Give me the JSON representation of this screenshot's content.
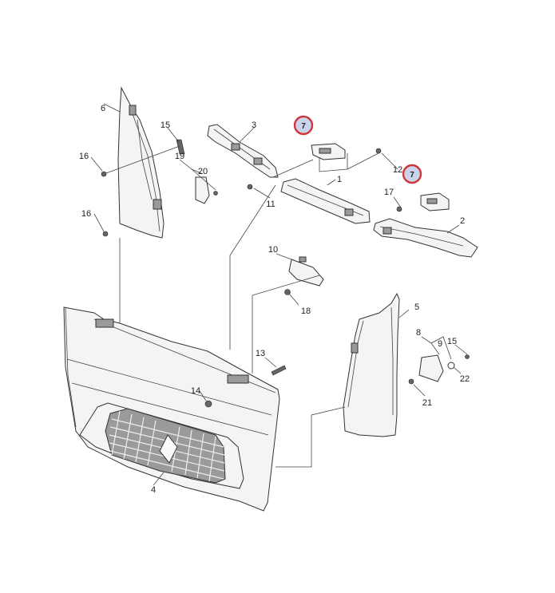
{
  "labels": {
    "l1": "1",
    "l2": "2",
    "l3": "3",
    "l4": "4",
    "l5": "5",
    "l6": "6",
    "l7a": "7",
    "l7b": "7",
    "l8": "8",
    "l9": "9",
    "l10": "10",
    "l11": "11",
    "l12": "12",
    "l13": "13",
    "l14": "14",
    "l15a": "15",
    "l15b": "15",
    "l16a": "16",
    "l16b": "16",
    "l17": "17",
    "l18": "18",
    "l19": "19",
    "l20": "20",
    "l21": "21",
    "l22": "22"
  },
  "colors": {
    "highlight_ring": "#d0353a",
    "highlight_fill": "#c9d3ea",
    "grille": "#3a3a3a"
  }
}
